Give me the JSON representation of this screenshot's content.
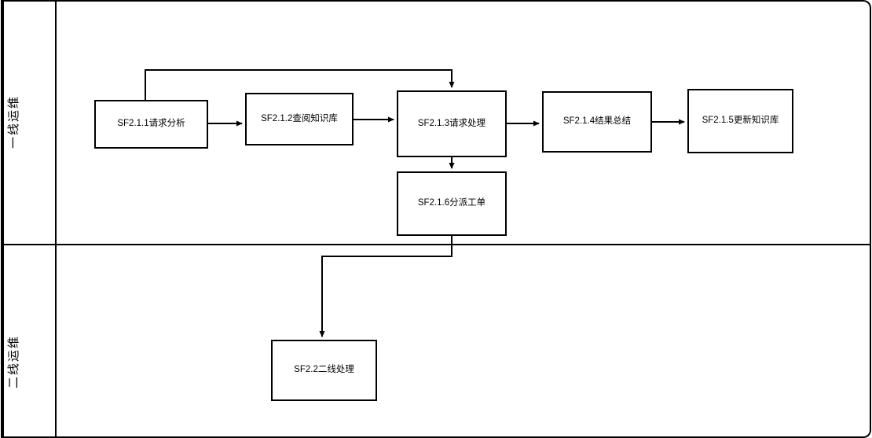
{
  "diagram": {
    "type": "swimlane-flowchart",
    "colors": {
      "line": "#000000",
      "background": "#ffffff",
      "node_fill": "#ffffff"
    },
    "lanes": [
      {
        "label": "一线运维"
      },
      {
        "label": "二线运维"
      }
    ],
    "nodes": [
      {
        "id": "sf211",
        "label": "SF2.1.1请求分析",
        "lane": "一线运维"
      },
      {
        "id": "sf212",
        "label": "SF2.1.2查阅知识库",
        "lane": "一线运维"
      },
      {
        "id": "sf213",
        "label": "SF2.1.3请求处理",
        "lane": "一线运维"
      },
      {
        "id": "sf214",
        "label": "SF2.1.4结果总结",
        "lane": "一线运维"
      },
      {
        "id": "sf215",
        "label": "SF2.1.5更新知识库",
        "lane": "一线运维"
      },
      {
        "id": "sf216",
        "label": "SF2.1.6分派工单",
        "lane": "一线运维"
      },
      {
        "id": "sf22",
        "label": "SF2.2二线处理",
        "lane": "二线运维"
      }
    ],
    "edges": [
      {
        "from": "sf211",
        "to": "sf212"
      },
      {
        "from": "sf212",
        "to": "sf213"
      },
      {
        "from": "sf213",
        "to": "sf214"
      },
      {
        "from": "sf214",
        "to": "sf215"
      },
      {
        "from": "sf211",
        "to": "sf213",
        "route": "over-top"
      },
      {
        "from": "sf213",
        "to": "sf216"
      },
      {
        "from": "sf216",
        "to": "sf22"
      }
    ]
  }
}
